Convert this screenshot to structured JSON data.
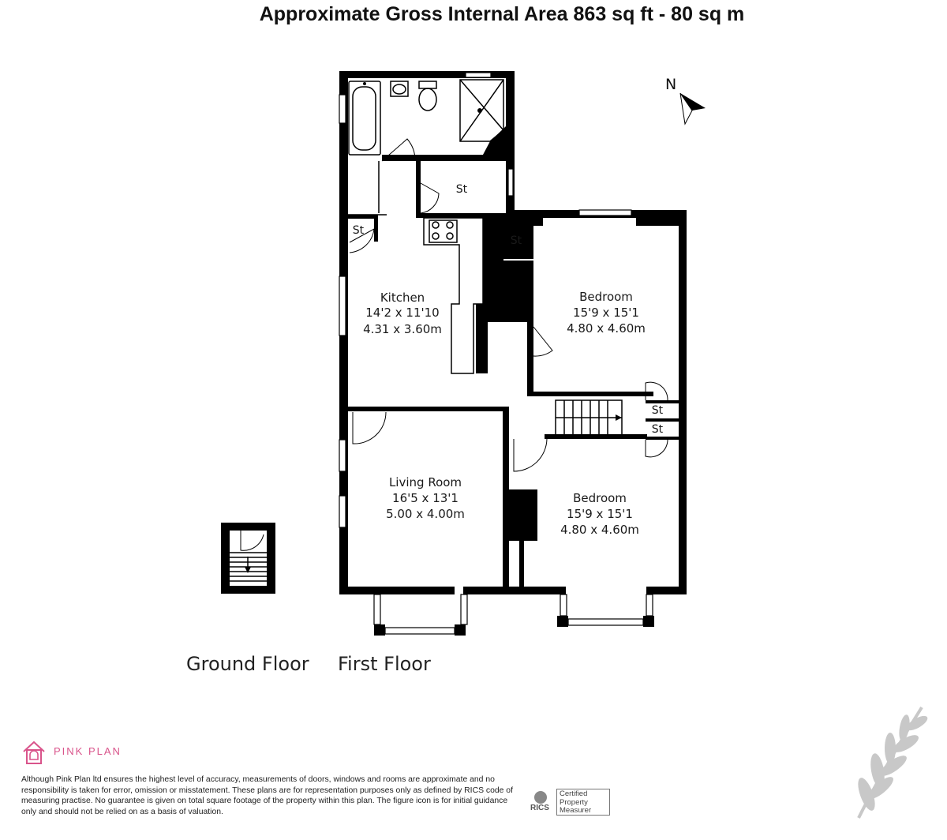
{
  "header": {
    "title": "Approximate Gross Internal Area 863 sq ft - 80 sq m"
  },
  "compass": {
    "label": "N"
  },
  "rooms": [
    {
      "name": "Kitchen",
      "imperial": "14'2 x 11'10",
      "metric": "4.31 x 3.60m"
    },
    {
      "name": "Bedroom",
      "imperial": "15'9 x 15'1",
      "metric": "4.80 x 4.60m"
    },
    {
      "name": "Living Room",
      "imperial": "16'5 x 13'1",
      "metric": "5.00 x 4.00m"
    },
    {
      "name": "Bedroom",
      "imperial": "15'9 x 15'1",
      "metric": "4.80 x 4.60m"
    }
  ],
  "storage_label": "St",
  "floors": {
    "ground": "Ground Floor",
    "first": "First Floor"
  },
  "footer": {
    "brand": "PINK PLAN",
    "disclaimer": "Although Pink Plan ltd ensures the highest level of accuracy, measurements of doors, windows and rooms are approximate and no responsibility is taken for error, omission or misstatement. These plans are for representation purposes only as defined by RICS code of measuring practise. No guarantee is given on total square footage of the property within this plan. The figure icon is for initial guidance only and should not be relied on as a basis of valuation.",
    "rics": "RICS",
    "certified_line1": "Certified",
    "certified_line2": "Property",
    "certified_line3": "Measurer"
  },
  "colors": {
    "brand_pink": "#d9548b",
    "wall": "#000000",
    "leaf_grey": "#c8c8c8"
  }
}
